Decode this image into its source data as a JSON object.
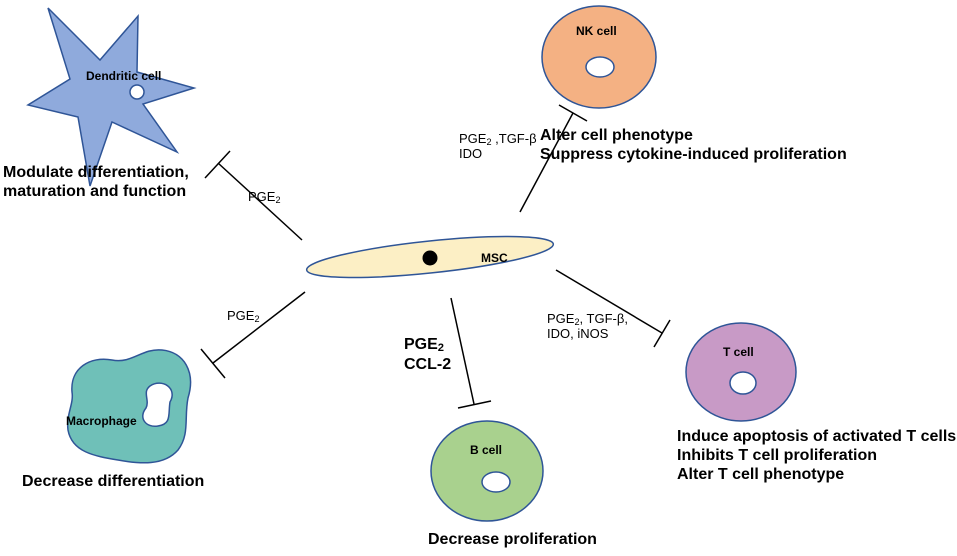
{
  "colors": {
    "msc_fill": "#fcefc5",
    "nk_fill": "#f4b183",
    "dendritic_fill": "#8faadc",
    "tcell_fill": "#c89ac6",
    "bcell_fill": "#a9d18e",
    "macrophage_fill": "#6fc0b8",
    "line": "#000000"
  },
  "cells": {
    "msc": "MSC",
    "nk": "NK cell",
    "dendritic": "Dendritic cell",
    "tcell": "T cell",
    "bcell": "B cell",
    "macrophage": "Macrophage"
  },
  "mediators": {
    "dendritic": {
      "base": "PGE",
      "sub": "2"
    },
    "macrophage": {
      "base": "PGE",
      "sub": "2"
    },
    "nk": {
      "line1_base": "PGE",
      "line1_sub": "2",
      "line1_rest": " ,TGF-β",
      "line2": "IDO"
    },
    "tcell": {
      "line1_base": "PGE",
      "line1_sub": "2",
      "line1_rest": ", TGF-β,",
      "line2": "IDO, iNOS"
    },
    "bcell": {
      "line1_base": "PGE",
      "line1_sub": "2",
      "line2": "CCL-2"
    }
  },
  "outcomes": {
    "nk": [
      "Alter cell phenotype",
      "Suppress cytokine-induced proliferation"
    ],
    "dendritic": [
      "Modulate differentiation,",
      "maturation and function"
    ],
    "tcell": [
      "Induce apoptosis of activated T cells",
      "Inhibits T cell proliferation",
      "Alter T cell phenotype"
    ],
    "macrophage": [
      "Decrease differentiation"
    ],
    "bcell": [
      "Decrease proliferation"
    ]
  }
}
